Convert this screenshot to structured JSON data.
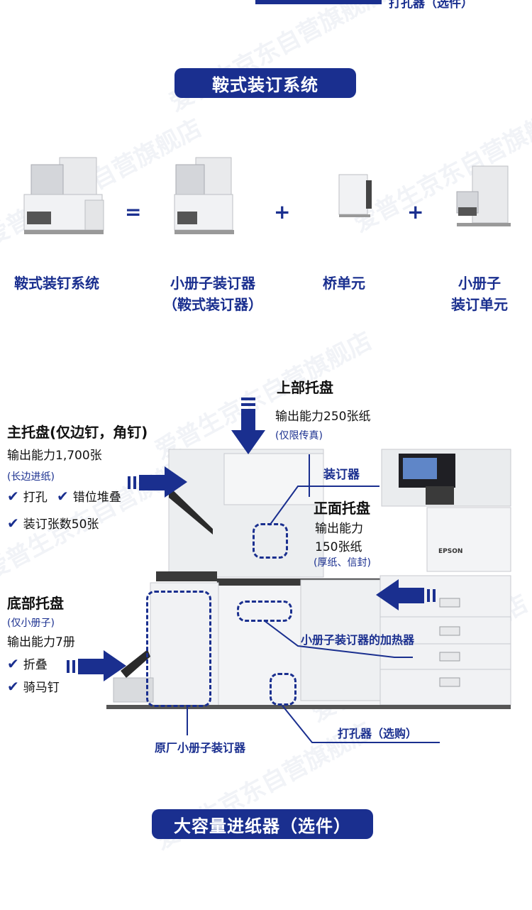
{
  "top_partial_label": "打孔器（选件）",
  "section1": {
    "title": "鞍式装订系统",
    "items": [
      {
        "label_line1": "鞍式装钉系统",
        "label_line2": ""
      },
      {
        "label_line1": "小册子装订器",
        "label_line2": "（鞍式装订器）"
      },
      {
        "label_line1": "桥单元",
        "label_line2": ""
      },
      {
        "label_line1": "小册子",
        "label_line2": "装订单元"
      }
    ],
    "operators": [
      "=",
      "+",
      "+"
    ]
  },
  "diagram": {
    "upper_tray": {
      "title": "上部托盘",
      "capacity": "输出能力250张纸",
      "note": "(仅限传真)"
    },
    "main_tray": {
      "title": "主托盘(仅边钉，角钉)",
      "capacity": "输出能力1,700张",
      "note": "(长边进纸)",
      "features": [
        "打孔",
        "错位堆叠",
        "装订张数50张"
      ]
    },
    "stapler": "装订器",
    "face_tray": {
      "title": "正面托盘",
      "capacity_line1": "输出能力",
      "capacity_line2": "150张纸",
      "note": "(厚纸、信封)"
    },
    "bottom_tray": {
      "title": "底部托盘",
      "note": "(仅小册子)",
      "capacity": "输出能力7册",
      "features": [
        "折叠",
        "骑马钉"
      ]
    },
    "heater": "小册子装订器的加热器",
    "puncher": "打孔器（选购）",
    "booklet_maker": "原厂小册子装订器",
    "brand": "EPSON"
  },
  "section2": {
    "title": "大容量进纸器（选件）"
  },
  "watermark": "爱普生京东自营旗舰店",
  "colors": {
    "accent": "#1a2f8f"
  }
}
